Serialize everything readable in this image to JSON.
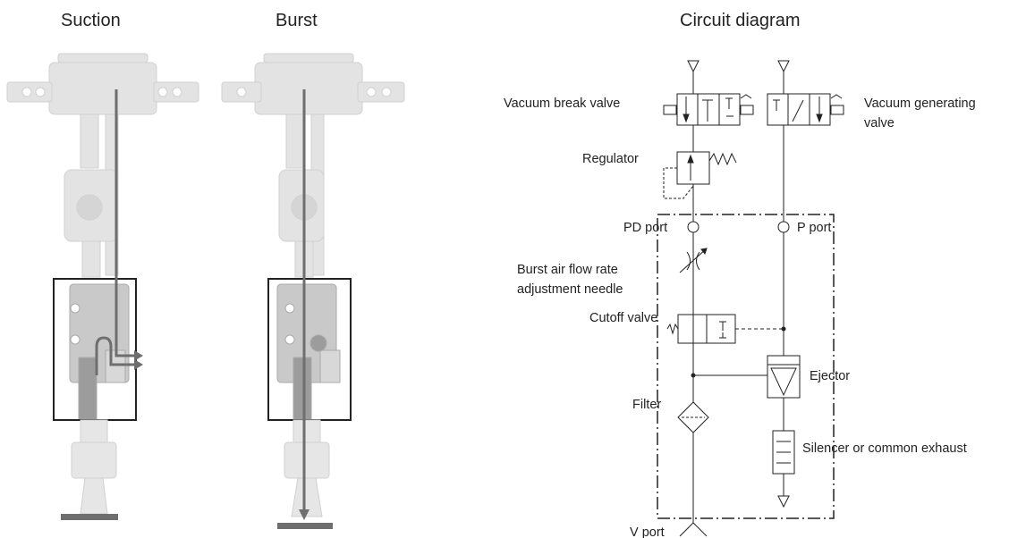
{
  "titles": {
    "suction": "Suction",
    "burst": "Burst",
    "circuit": "Circuit diagram"
  },
  "circuit": {
    "labels": {
      "vacuum_break_valve": "Vacuum break valve",
      "vacuum_generating_valve_line1": "Vacuum generating",
      "vacuum_generating_valve_line2": "valve",
      "regulator": "Regulator",
      "pd_port": "PD port",
      "p_port": "P port",
      "burst_needle_line1": "Burst air flow rate",
      "burst_needle_line2": "adjustment needle",
      "cutoff_valve": "Cutoff valve",
      "ejector": "Ejector",
      "filter": "Filter",
      "silencer": "Silencer or common exhaust",
      "v_port": "V port"
    }
  },
  "colors": {
    "component": "#e3e3e3",
    "component_dark": "#b9b9b9",
    "flow_arrow": "#6e6e6e",
    "line": "#222222"
  }
}
